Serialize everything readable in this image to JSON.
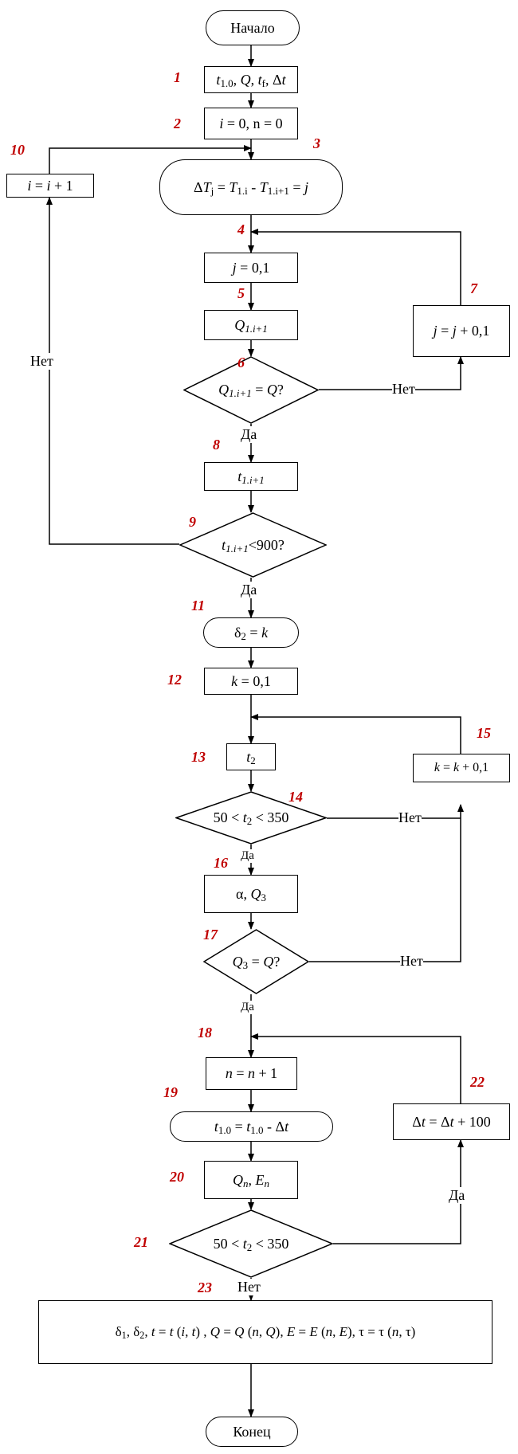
{
  "nodes": {
    "start": "Начало",
    "n1": {
      "a": "t",
      "a_sub": "1.0",
      "b": ", ",
      "c": "Q",
      "d": ", ",
      "e": "t",
      "e_sub": "f",
      "f": ", Δ",
      "g": "t"
    },
    "n2": {
      "a": "i",
      "b": " = 0, n = 0"
    },
    "n3": {
      "a": "Δ",
      "b": "T",
      "b_sub": "j",
      "c": " = ",
      "d": "T",
      "d_sub": "1.i",
      "e": " - ",
      "f": "T",
      "f_sub": "1.i+1",
      "g": " = ",
      "h": "j"
    },
    "n10": {
      "a": "i",
      "b": " = ",
      "c": "i",
      "d": " + 1"
    },
    "n4": {
      "a": "j",
      "b": " = 0,1"
    },
    "n5": {
      "a": "Q",
      "a_sub": "1.i+1"
    },
    "n6": {
      "a": "Q",
      "a_sub": "1.i+1",
      "b": " = ",
      "c": "Q",
      "d": "?"
    },
    "n7": {
      "a": "j",
      "b": " = ",
      "c": "j",
      "d": " + 0,1"
    },
    "n8": {
      "a": "t",
      "a_sub": "1.i+1"
    },
    "n9": {
      "a": "t",
      "a_sub": "1.i+1",
      "b": "<900?"
    },
    "n11": {
      "a": "δ",
      "a_sub": "2",
      "b": " = ",
      "c": "k"
    },
    "n12": {
      "a": "k",
      "b": " = 0,1"
    },
    "n13": {
      "a": "t",
      "a_sub": "2"
    },
    "n14": {
      "a": "50 < ",
      "b": "t",
      "b_sub": "2",
      "c": " < 350"
    },
    "n15": {
      "a": "k",
      "b": " = ",
      "c": "k",
      "d": " + 0,1"
    },
    "n16": {
      "a": "α, ",
      "b": "Q",
      "b_sub": "3"
    },
    "n17": {
      "a": "Q",
      "a_sub": "3",
      "b": " = ",
      "c": "Q",
      "d": "?"
    },
    "n18": {
      "a": "n",
      "b": " = ",
      "c": "n",
      "d": " + 1"
    },
    "n19": {
      "a": "t",
      "a_sub": "1.0",
      "b": " = ",
      "c": "t",
      "c_sub": "1.0",
      "d": " - Δ",
      "e": "t"
    },
    "n20": {
      "a": "Q",
      "a_sub": "n",
      "b": ", ",
      "c": "E",
      "c_sub": "n"
    },
    "n21": {
      "a": "50 < ",
      "b": "t",
      "b_sub": "2",
      "c": " < 350"
    },
    "n22": {
      "a": "Δ",
      "b": "t",
      "c": " = Δ",
      "d": "t",
      "e": " + 100"
    },
    "n23": {
      "a": "δ",
      "a_sub": "1",
      "b": ", δ",
      "b_sub": "2",
      "c": ", ",
      "d": "t",
      "e": " = ",
      "f": "t",
      "g": " (",
      "h": "i",
      "i": ", ",
      "j": "t",
      "k": ") , ",
      "l": "Q",
      "m": " = ",
      "n": "Q",
      "o": " (",
      "p": "n",
      "q": ", ",
      "r": "Q",
      "s": "), ",
      "t": "E",
      "u": " = ",
      "v": "E",
      "w": " (",
      "x": "n",
      "y": ", ",
      "z": "E",
      "aa": "), τ = τ (",
      "ab": "n",
      "ac": ", τ)"
    },
    "end": "Конец"
  },
  "numbers": [
    "1",
    "2",
    "3",
    "4",
    "5",
    "6",
    "7",
    "8",
    "9",
    "10",
    "11",
    "12",
    "13",
    "14",
    "15",
    "16",
    "17",
    "18",
    "19",
    "20",
    "21",
    "22",
    "23"
  ],
  "labels": {
    "yes": "Да",
    "no": "Нет"
  }
}
